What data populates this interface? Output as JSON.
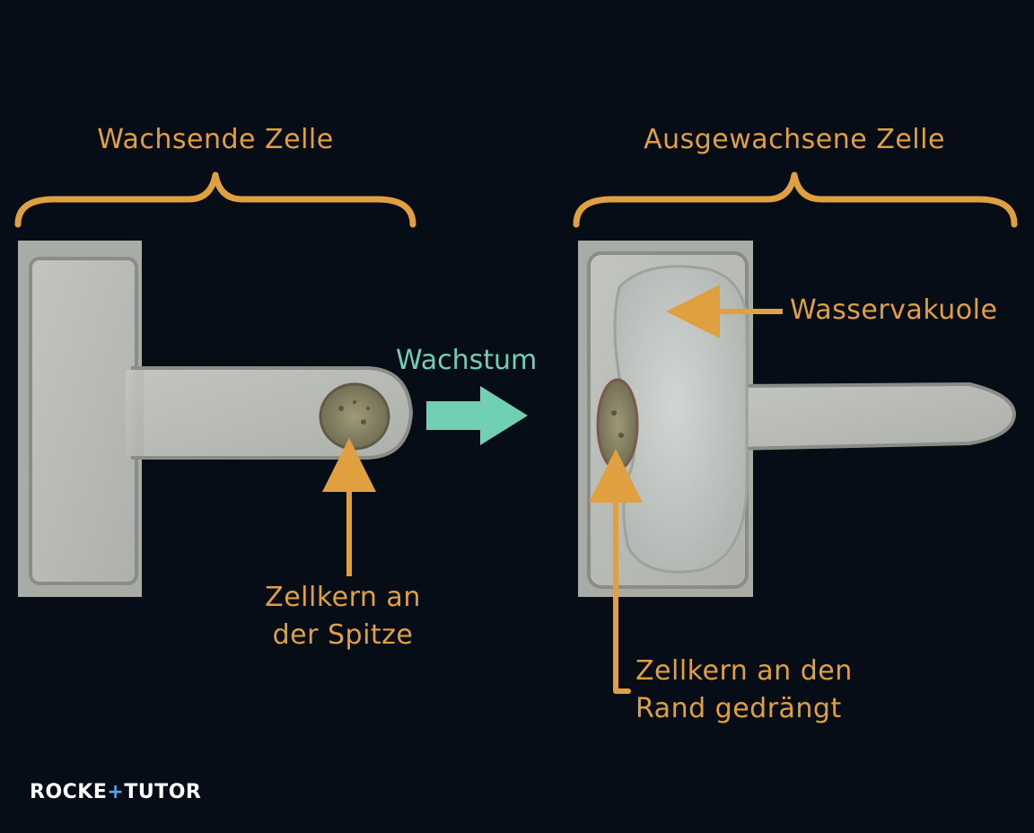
{
  "labels": {
    "title_left": "Wachsende Zelle",
    "title_right": "Ausgewachsene Zelle",
    "growth": "Wachstum",
    "nucleus_tip_line1": "Zellkern an",
    "nucleus_tip_line2": "der Spitze",
    "vacuole": "Wasservakuole",
    "nucleus_edge_line1": "Zellkern an den",
    "nucleus_edge_line2": "Rand gedrängt"
  },
  "logo": {
    "part1": "ROCKE",
    "plus": "+",
    "part2": "TUTOR"
  },
  "colors": {
    "background": "#070d16",
    "annotation": "#e0a040",
    "growth_arrow": "#6fd0b4",
    "cell_fill": "#b9bcb6",
    "cell_wall": "#8e918a",
    "nucleus": "#8f8a6c",
    "logo_accent": "#4aa8ff"
  }
}
